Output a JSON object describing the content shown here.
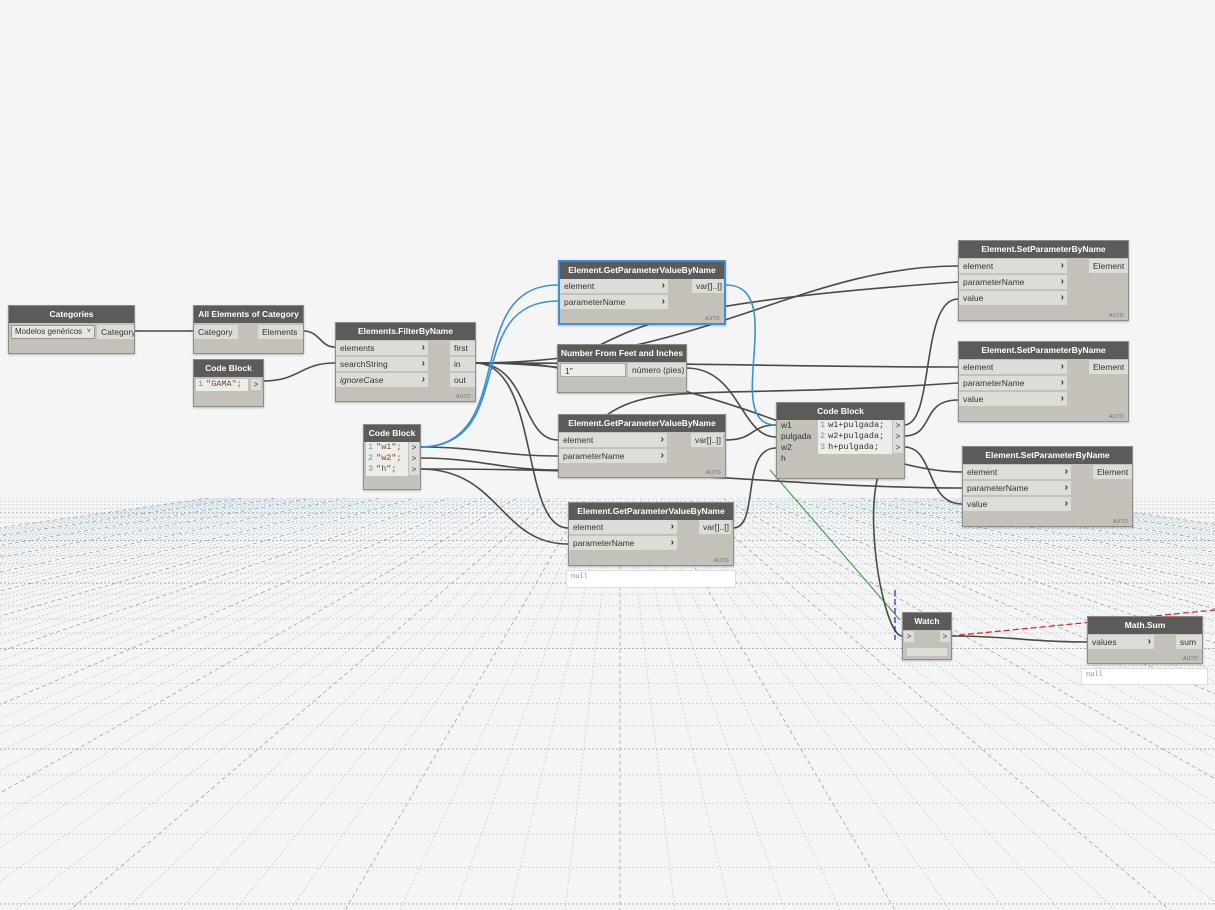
{
  "nodes": {
    "categories": {
      "title": "Categories",
      "selected_value": "Modelos genéricos",
      "output": "Category"
    },
    "all_elements": {
      "title": "All Elements of Category",
      "input": "Category",
      "output": "Elements"
    },
    "code_block_gama": {
      "title": "Code Block",
      "lines": [
        {
          "num": "1",
          "code": "\"GAMA\";"
        }
      ],
      "out": ">"
    },
    "filter_by_name": {
      "title": "Elements.FilterByName",
      "inputs": [
        "elements",
        "searchString",
        "ignoreCase"
      ],
      "outputs": [
        "first",
        "in",
        "out"
      ],
      "lacing": "AUTO"
    },
    "get_param_1": {
      "title": "Element.GetParameterValueByName",
      "inputs": [
        "element",
        "parameterName"
      ],
      "output": "var[]..[]",
      "lacing": "AUTO"
    },
    "number_feet_inches": {
      "title": "Number From Feet and Inches",
      "input_value": "1\"",
      "output": "número (pies)"
    },
    "code_block_w": {
      "title": "Code Block",
      "lines": [
        {
          "num": "1",
          "code": "\"w1\";"
        },
        {
          "num": "2",
          "code": "\"w2\";"
        },
        {
          "num": "3",
          "code": "\"h\";"
        }
      ],
      "out": ">"
    },
    "get_param_2": {
      "title": "Element.GetParameterValueByName",
      "inputs": [
        "element",
        "parameterName"
      ],
      "output": "var[]..[]",
      "lacing": "AUTO"
    },
    "get_param_3": {
      "title": "Element.GetParameterValueByName",
      "inputs": [
        "element",
        "parameterName"
      ],
      "output": "var[]..[]",
      "lacing": "AUTO",
      "preview": "null"
    },
    "code_block_sum": {
      "title": "Code Block",
      "inputs": [
        "w1",
        "pulgada",
        "w2",
        "h"
      ],
      "lines": [
        {
          "num": "1",
          "code": "w1+pulgada;"
        },
        {
          "num": "2",
          "code": "w2+pulgada;"
        },
        {
          "num": "3",
          "code": "h+pulgada;"
        }
      ],
      "out": ">"
    },
    "set_param_1": {
      "title": "Element.SetParameterByName",
      "inputs": [
        "element",
        "parameterName",
        "value"
      ],
      "output": "Element",
      "lacing": "AUTO"
    },
    "set_param_2": {
      "title": "Element.SetParameterByName",
      "inputs": [
        "element",
        "parameterName",
        "value"
      ],
      "output": "Element",
      "lacing": "AUTO"
    },
    "set_param_3": {
      "title": "Element.SetParameterByName",
      "inputs": [
        "element",
        "parameterName",
        "value"
      ],
      "output": "Element",
      "lacing": "AUTO"
    },
    "watch": {
      "title": "Watch",
      "in": ">",
      "out": ">"
    },
    "math_sum": {
      "title": "Math.Sum",
      "input": "values",
      "output": "sum",
      "lacing": "AUTO",
      "preview": "null"
    }
  },
  "colors": {
    "wire": "#4a4a4a",
    "wire_selected": "#3d8fd6",
    "node_body": "#c4c1bb",
    "node_header": "#5c5b59",
    "grid": "#a8c4d8"
  },
  "icons": {
    "dropdown": "chevron-down-icon",
    "port_arrow": "chevron-right-icon"
  }
}
